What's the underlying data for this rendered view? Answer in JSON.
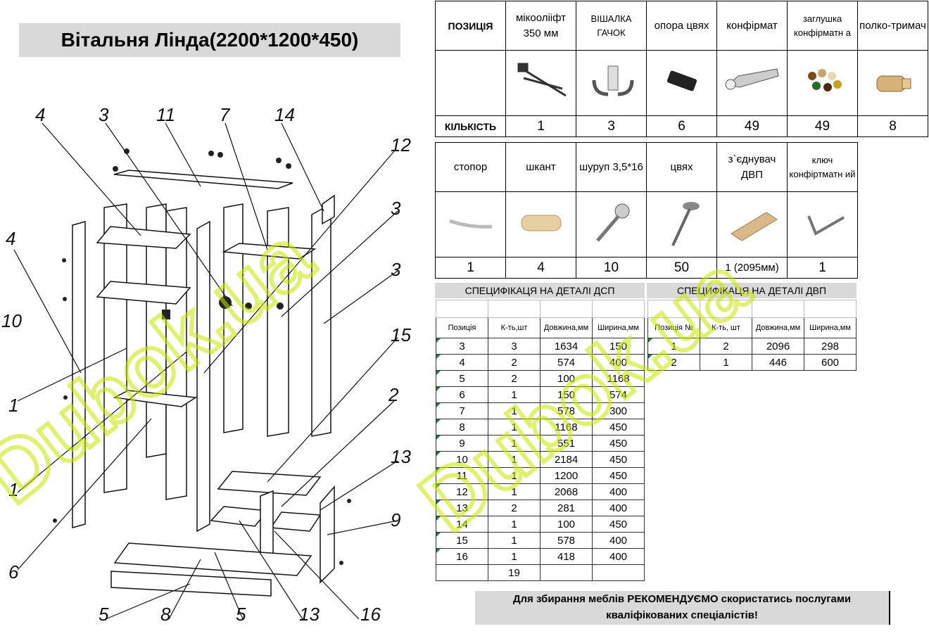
{
  "title": "Вітальня Лінда(2200*1200*450)",
  "fittings_top": {
    "headers": [
      "ПОЗИЦІЯ",
      "мікоолііфт 350 мм",
      "ВІШАЛКА ГАЧОК",
      "опора цвях",
      "конфірмат",
      "заглушка конфірматн а",
      "полко-тримач"
    ],
    "quantity_label": "КІЛЬКІСТЬ",
    "quantities": [
      "1",
      "3",
      "6",
      "49",
      "49",
      "8"
    ]
  },
  "fittings_bottom": {
    "headers": [
      "стопор",
      "шкант",
      "шуруп 3,5*16",
      "цвях",
      "з`єднувач ДВП",
      "ключ конфіртматн ий"
    ],
    "quantities": [
      "1",
      "4",
      "10",
      "50",
      "1 (2095мм)",
      "1"
    ]
  },
  "spec_dsp": {
    "title": "СПЕЦИФІКАЦЯ НА ДЕТАЛІ ДСП",
    "columns": [
      "Позиція",
      "К-ть,шт",
      "Довжина,мм",
      "Ширина,мм"
    ],
    "rows": [
      [
        "3",
        "3",
        "1634",
        "150"
      ],
      [
        "4",
        "2",
        "574",
        "400"
      ],
      [
        "5",
        "2",
        "100",
        "1168"
      ],
      [
        "6",
        "1",
        "150",
        "574"
      ],
      [
        "7",
        "1",
        "578",
        "300"
      ],
      [
        "8",
        "1",
        "1168",
        "450"
      ],
      [
        "9",
        "1",
        "551",
        "450"
      ],
      [
        "10",
        "1",
        "2184",
        "450"
      ],
      [
        "11",
        "1",
        "1200",
        "450"
      ],
      [
        "12",
        "1",
        "2068",
        "400"
      ],
      [
        "13",
        "2",
        "281",
        "400"
      ],
      [
        "14",
        "1",
        "100",
        "450"
      ],
      [
        "15",
        "1",
        "578",
        "400"
      ],
      [
        "16",
        "1",
        "418",
        "400"
      ]
    ],
    "total": "19"
  },
  "spec_dvp": {
    "title": "СПЕЦИФІКАЦЯ НА ДЕТАЛІ ДВП",
    "columns": [
      "Позиція №",
      "К-ть, шт",
      "Довжина,мм",
      "Ширина,мм"
    ],
    "rows": [
      [
        "1",
        "2",
        "2096",
        "298"
      ],
      [
        "2",
        "1",
        "446",
        "600"
      ]
    ]
  },
  "note_line1": "Для збирання меблів РЕКОМЕНДУЄМО скористатись послугами",
  "note_line2": "кваліфікованих спеціалістів!",
  "watermark": "Dubok.ua",
  "drawing_labels": [
    "4",
    "3",
    "11",
    "7",
    "14",
    "12",
    "3",
    "3",
    "4",
    "10",
    "15",
    "1",
    "2",
    "1",
    "13",
    "9",
    "6",
    "5",
    "8",
    "5",
    "13",
    "16"
  ],
  "colors": {
    "watermark": "#c8e600",
    "header_bg": "#d9d9d9"
  }
}
